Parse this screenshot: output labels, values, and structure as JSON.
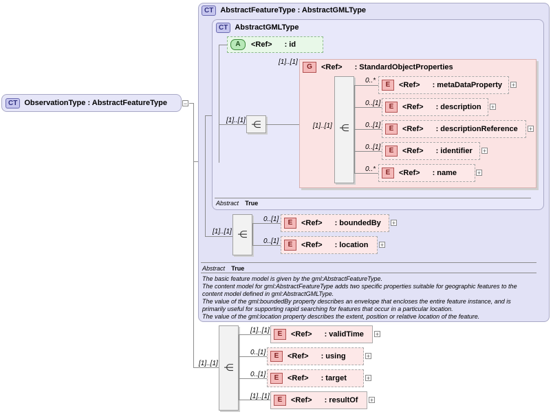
{
  "root": {
    "badge": "CT",
    "name": "ObservationType",
    "base": ": AbstractFeatureType"
  },
  "abstract_feature": {
    "badge": "CT",
    "title": "AbstractFeatureType : AbstractGMLType",
    "abstract_label": "Abstract",
    "abstract_value": "True",
    "doc": [
      "The basic feature model is given by the gml:AbstractFeatureType.",
      "The content model for gml:AbstractFeatureType adds two specific properties suitable for geographic features to the",
      "content model defined in gml:AbstractGMLType.",
      "The value of the gml:boundedBy property describes an envelope that encloses the entire feature instance, and is",
      "primarily useful for supporting rapid searching for features that occur in a particular location.",
      "The value of the gml:location property describes the extent, position or relative location of the feature."
    ]
  },
  "abstract_gml": {
    "badge": "CT",
    "title": "AbstractGMLType",
    "abstract_label": "Abstract",
    "abstract_value": "True",
    "attribute": {
      "badge": "A",
      "ref": "<Ref>",
      "name": ": id"
    },
    "seq_card": "[1]..[1]",
    "group": {
      "badge": "G",
      "ref": "<Ref>",
      "name": ": StandardObjectProperties",
      "card": "[1]..[1]",
      "seq_card": "[1]..[1]"
    },
    "group_elements": [
      {
        "badge": "E",
        "ref": "<Ref>",
        "name": ": metaDataProperty",
        "card": "0..*"
      },
      {
        "badge": "E",
        "ref": "<Ref>",
        "name": ": description",
        "card": "0..[1]"
      },
      {
        "badge": "E",
        "ref": "<Ref>",
        "name": ": descriptionReference",
        "card": "0..[1]"
      },
      {
        "badge": "E",
        "ref": "<Ref>",
        "name": ": identifier",
        "card": "0..[1]"
      },
      {
        "badge": "E",
        "ref": "<Ref>",
        "name": ": name",
        "card": "0..*"
      }
    ]
  },
  "feature_seq_card": "[1]..[1]",
  "feature_elements": [
    {
      "badge": "E",
      "ref": "<Ref>",
      "name": ": boundedBy",
      "card": "0..[1]"
    },
    {
      "badge": "E",
      "ref": "<Ref>",
      "name": ": location",
      "card": "0..[1]"
    }
  ],
  "observation_seq_card": "[1]..[1]",
  "observation_elements": [
    {
      "badge": "E",
      "ref": "<Ref>",
      "name": ": validTime",
      "card": "[1]..[1]"
    },
    {
      "badge": "E",
      "ref": "<Ref>",
      "name": ": using",
      "card": "0..[1]"
    },
    {
      "badge": "E",
      "ref": "<Ref>",
      "name": ": target",
      "card": "0..[1]"
    },
    {
      "badge": "E",
      "ref": "<Ref>",
      "name": ": resultOf",
      "card": "[1]..[1]"
    }
  ],
  "icons": {
    "sequence": "sequence-icon",
    "expand": "expand-icon"
  },
  "colors": {
    "complex_type_bg": "#e2e2f6",
    "element_bg": "#fde8e8",
    "group_bg": "#fbe3e3",
    "attribute_bg": "#e8f8e8"
  }
}
